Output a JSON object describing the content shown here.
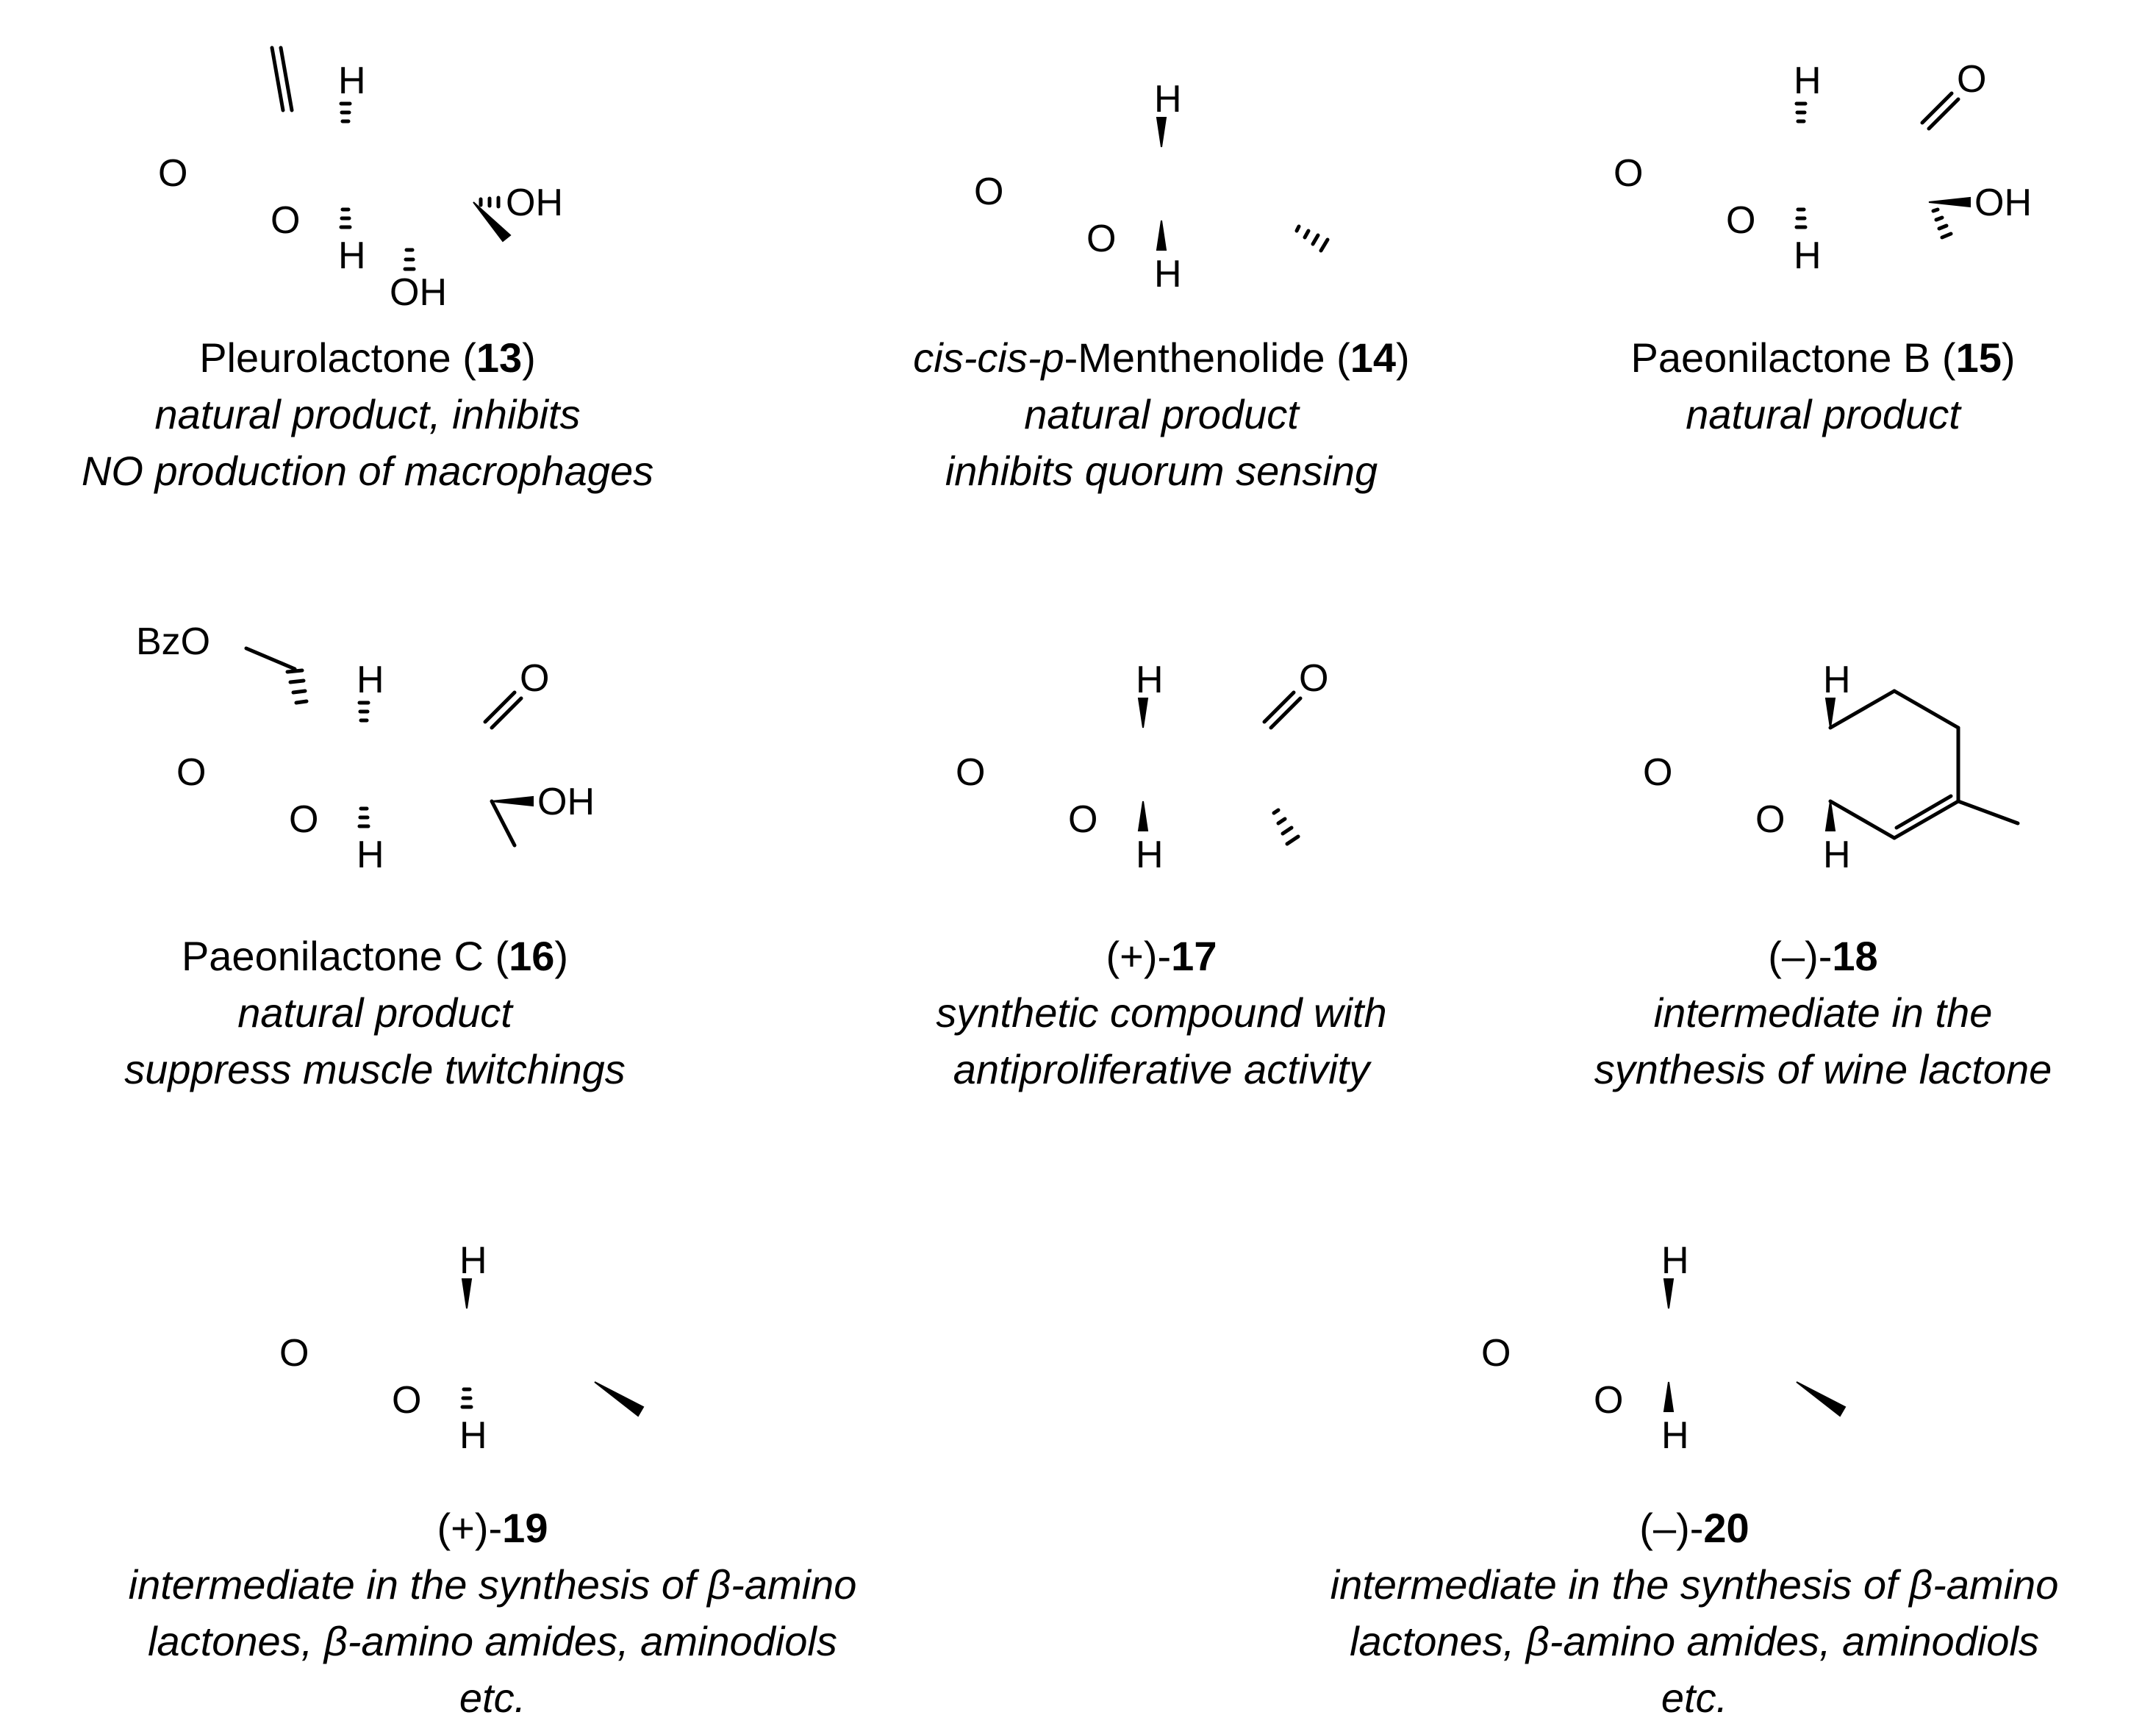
{
  "atoms": {
    "O": "O",
    "H": "H",
    "OH": "OH",
    "BzO": "BzO"
  },
  "compounds": [
    {
      "id": "13",
      "name_prefix": "Pleurolactone (",
      "name_number": "13",
      "name_suffix": ")",
      "desc": [
        "natural product, inhibits",
        "NO production of macrophages"
      ]
    },
    {
      "id": "14",
      "name_italic": "cis-cis-p",
      "name_prefix": "-Menthenolide (",
      "name_number": "14",
      "name_suffix": ")",
      "desc": [
        "natural product",
        "inhibits quorum sensing"
      ]
    },
    {
      "id": "15",
      "name_prefix": "Paeonilactone B (",
      "name_number": "15",
      "name_suffix": ")",
      "desc": [
        "natural product"
      ]
    },
    {
      "id": "16",
      "name_prefix": "Paeonilactone C (",
      "name_number": "16",
      "name_suffix": ")",
      "desc": [
        "natural product",
        "suppress muscle twitchings"
      ]
    },
    {
      "id": "17",
      "name_prefix": "(+)-",
      "name_number": "17",
      "name_suffix": "",
      "desc": [
        "synthetic compound with",
        "antiproliferative activity"
      ]
    },
    {
      "id": "18",
      "name_prefix": "(–)-",
      "name_number": "18",
      "name_suffix": "",
      "desc": [
        "intermediate in the",
        "synthesis of wine lactone"
      ]
    },
    {
      "id": "19",
      "name_prefix": "(+)-",
      "name_number": "19",
      "name_suffix": "",
      "desc": [
        "intermediate in the synthesis of β-amino",
        "lactones, β-amino amides, aminodiols etc."
      ]
    },
    {
      "id": "20",
      "name_prefix": "(–)-",
      "name_number": "20",
      "name_suffix": "",
      "desc": [
        "intermediate in the synthesis of β-amino",
        "lactones, β-amino amides, aminodiols etc."
      ]
    }
  ]
}
